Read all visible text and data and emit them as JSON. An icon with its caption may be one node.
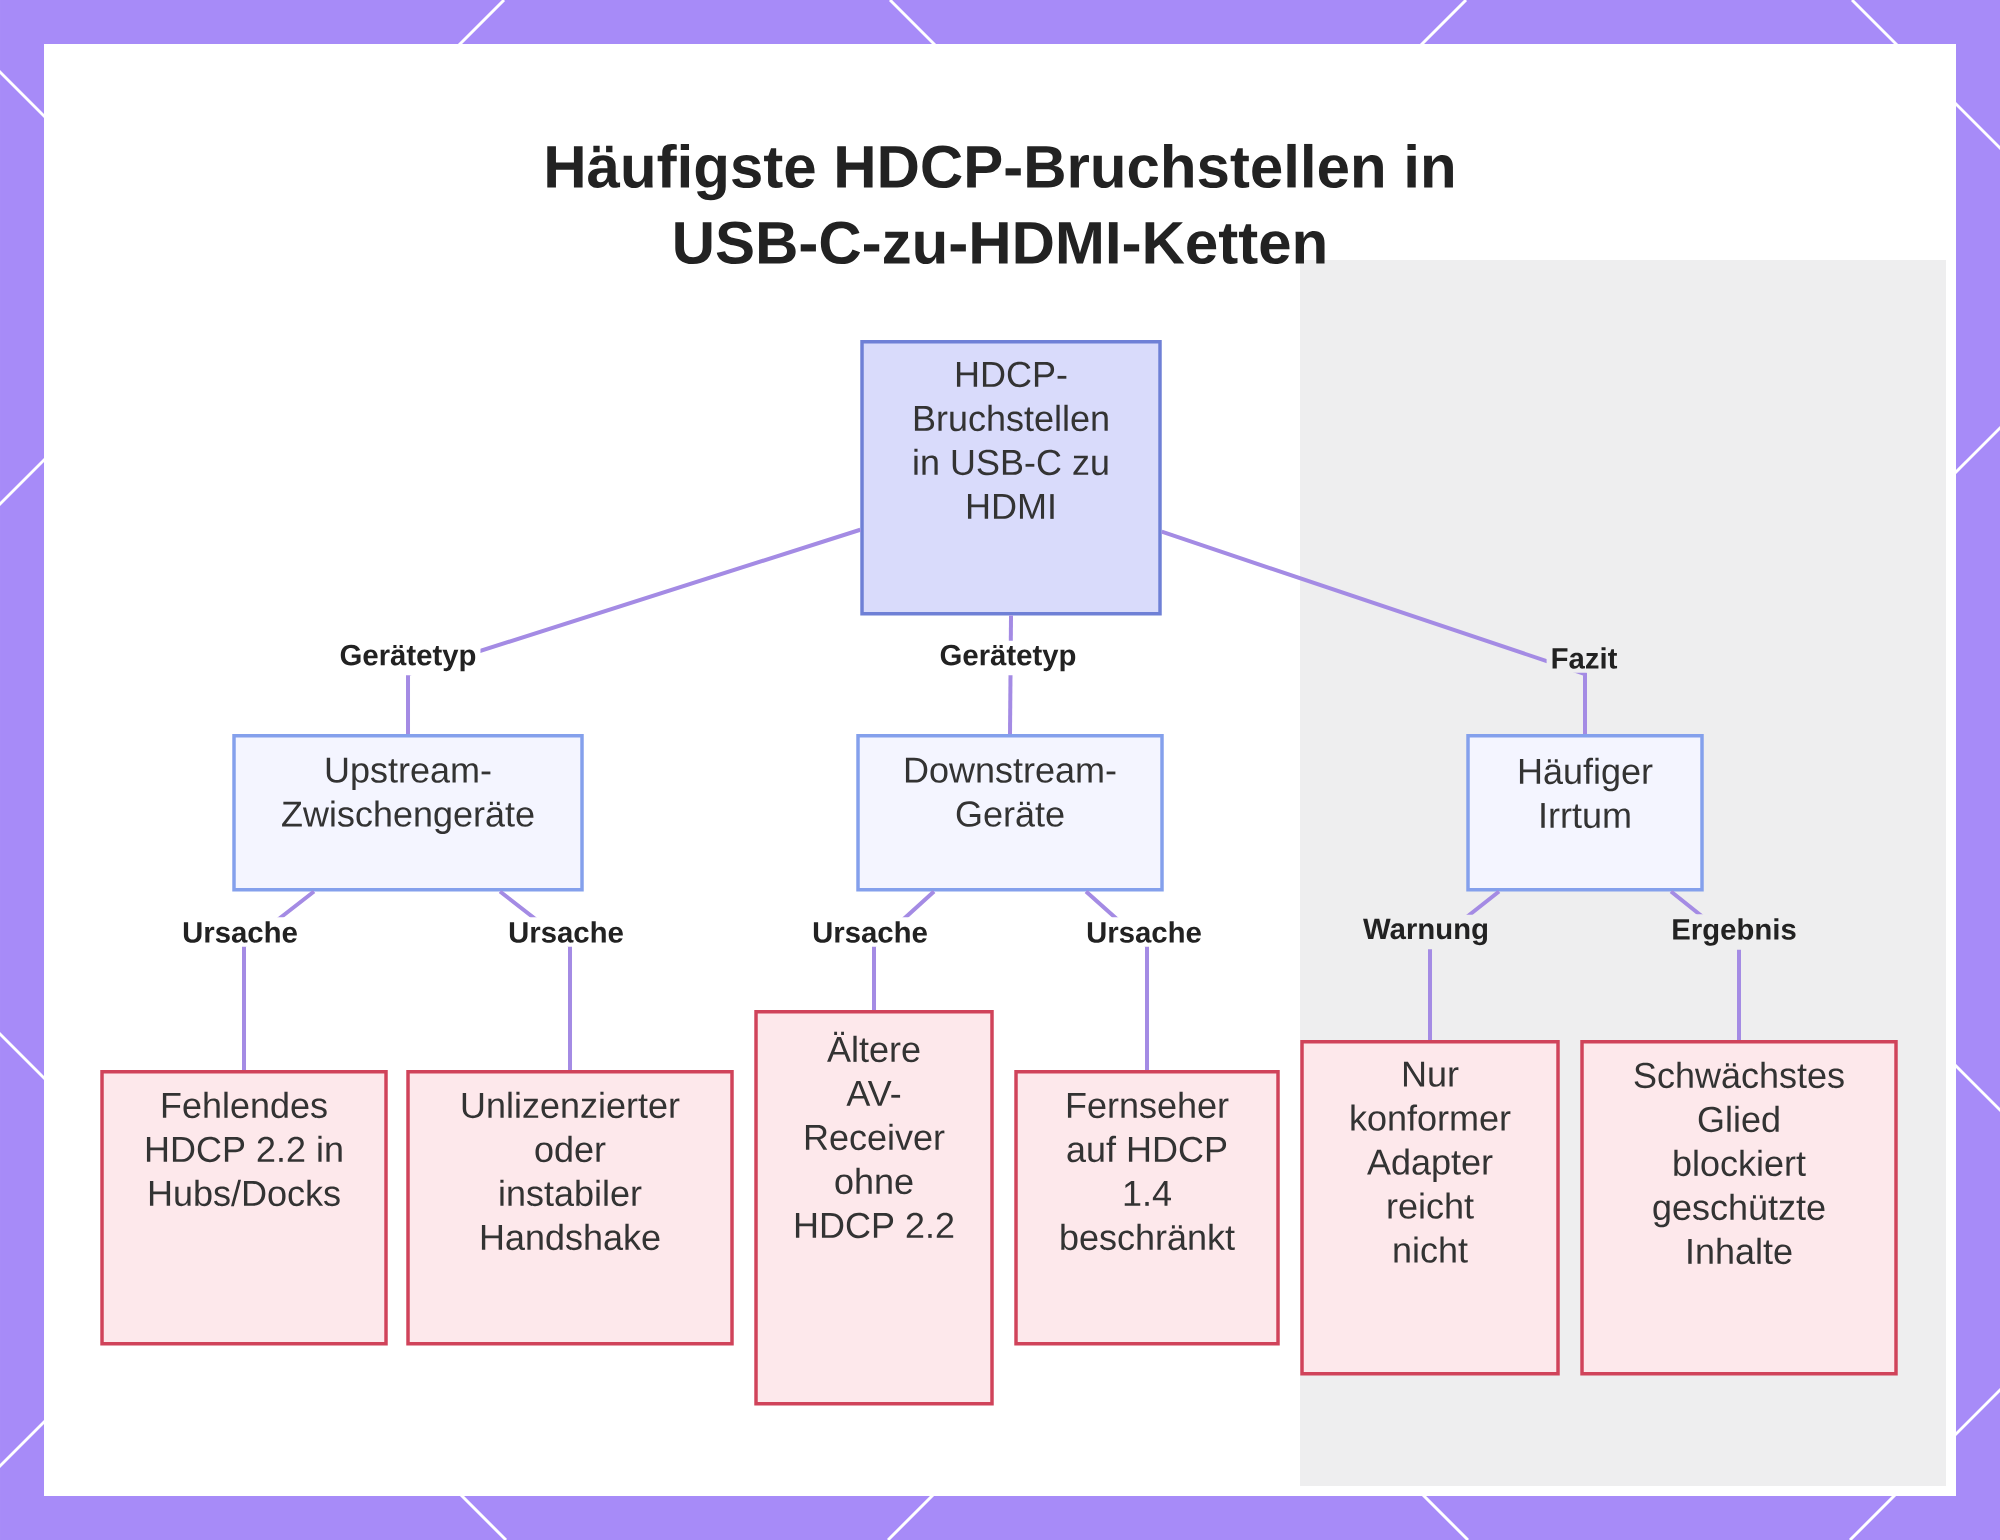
{
  "diagram": {
    "title": "Häufigste HDCP-Bruchstellen in USB-C-zu-HDMI-Ketten",
    "nodes": [
      {
        "text": [
          "HDCP-Bruchstellen in USB-C zu HDMI"
        ]
      },
      {
        "text": [
          "Upstream-Zwischengeräte"
        ]
      },
      {
        "text": [
          "Downstream-Geräte"
        ]
      },
      {
        "text": [
          "Häufiger Irrtum"
        ]
      },
      {
        "text": [
          "Fehlendes HDCP 2.2 in Hubs/Docks"
        ]
      },
      {
        "text": [
          "Unlizenzierter oder instabiler Handshake"
        ]
      },
      {
        "text": [
          "Ältere AV-Receiver ohne HDCP 2.2"
        ]
      },
      {
        "text": [
          "Fernseher auf HDCP 1.4 beschränkt"
        ]
      },
      {
        "text": [
          "Nur konformer Adapter reicht nicht"
        ]
      },
      {
        "text": [
          "Schwächstes Glied blockiert geschützte Inhalte"
        ]
      }
    ],
    "edges": [
      {
        "from": 0,
        "to": 1,
        "arrow": "none",
        "label": "Gerätetyp"
      },
      {
        "from": 0,
        "to": 2,
        "arrow": "none",
        "label": "Gerätetyp"
      },
      {
        "from": 0,
        "to": 3,
        "arrow": "none",
        "label": "Fazit"
      },
      {
        "from": 1,
        "to": 4,
        "arrow": "none",
        "label": "Ursache"
      },
      {
        "from": 1,
        "to": 5,
        "arrow": "none",
        "label": "Ursache"
      },
      {
        "from": 2,
        "to": 6,
        "arrow": "none",
        "label": "Ursache"
      },
      {
        "from": 2,
        "to": 7,
        "arrow": "none",
        "label": "Ursache"
      },
      {
        "from": 3,
        "to": 8,
        "arrow": "none",
        "label": "Warnung"
      },
      {
        "from": 3,
        "to": 9,
        "arrow": "none",
        "label": "Ergebnis"
      }
    ]
  }
}
